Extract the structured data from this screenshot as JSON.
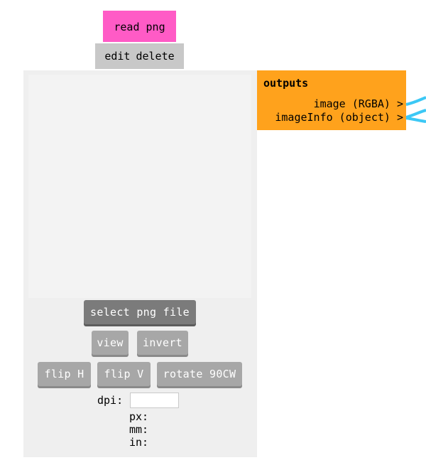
{
  "node": {
    "title": "read png",
    "edit_label": "edit",
    "delete_label": "delete"
  },
  "buttons": {
    "select_file": "select png file",
    "view": "view",
    "invert": "invert",
    "flip_h": "flip H",
    "flip_v": "flip V",
    "rotate": "rotate 90CW"
  },
  "dpi": {
    "label": "dpi:",
    "value": ""
  },
  "info": {
    "px": "px:",
    "mm": "mm:",
    "in": "in:"
  },
  "outputs": {
    "header": "outputs",
    "ports": [
      {
        "label": "image (RGBA) >"
      },
      {
        "label": "imageInfo (object) >"
      }
    ]
  },
  "colors": {
    "title_bg": "#ff5bc6",
    "outputs_bg": "#ffa21c",
    "wire": "#3cc8f5"
  }
}
